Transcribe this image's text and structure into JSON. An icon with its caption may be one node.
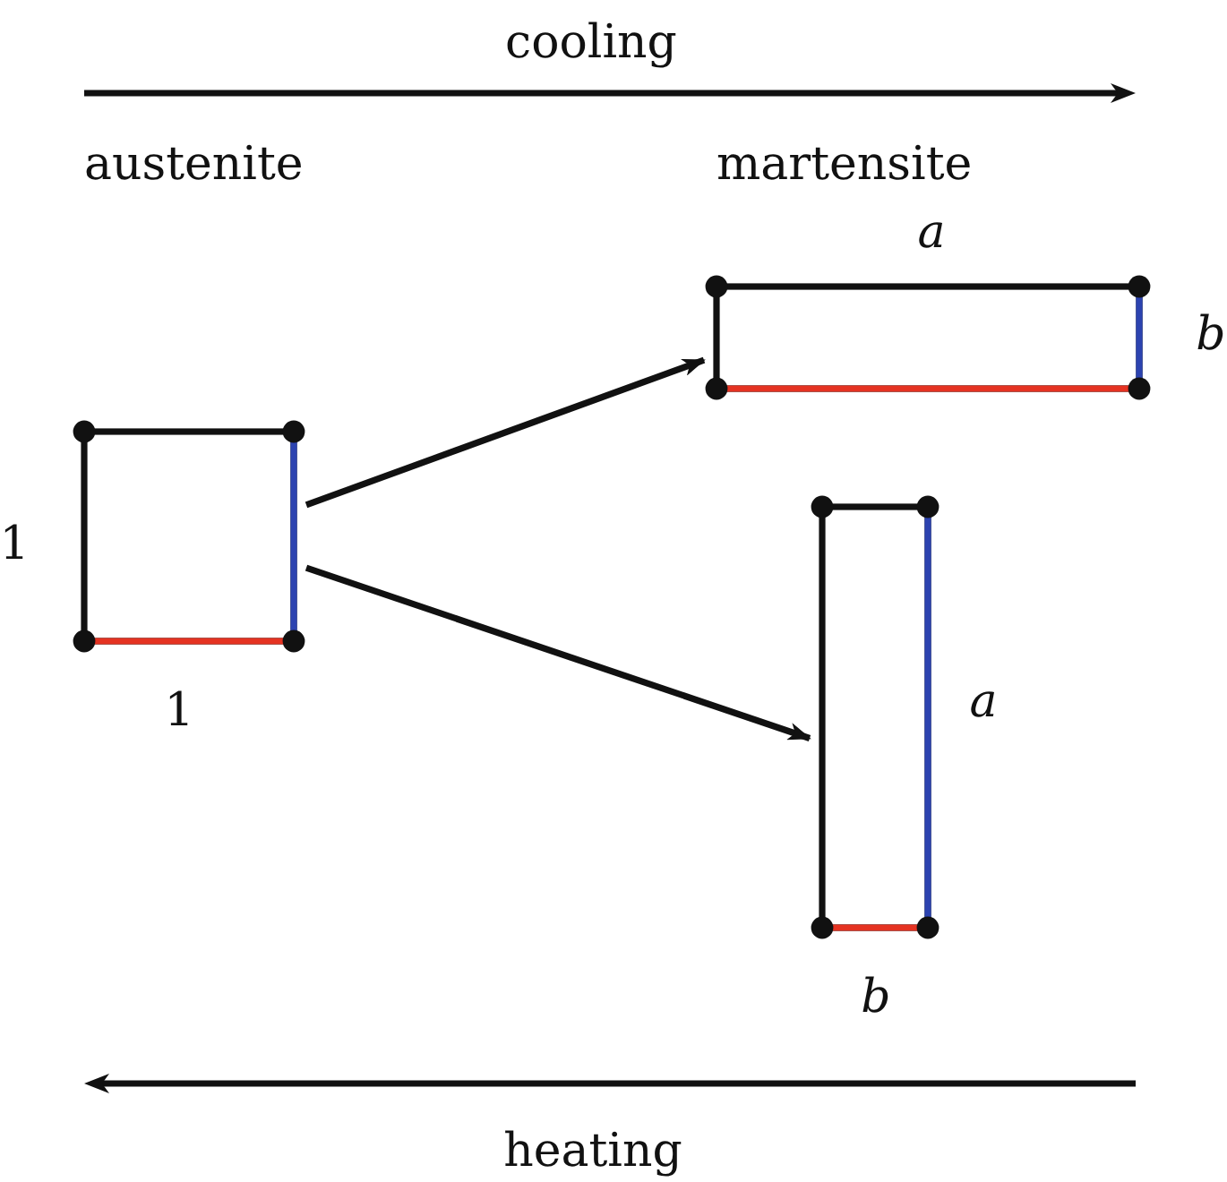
{
  "diagram": {
    "nodes": [
      {
        "text": [],
        "shape": "box",
        "beside": [
          "1",
          "1"
        ]
      },
      {
        "text": [],
        "shape": "box",
        "beside": [
          "a",
          "b"
        ]
      },
      {
        "text": [],
        "shape": "box",
        "beside": [
          "a",
          "b"
        ]
      }
    ],
    "edges": [
      {
        "from": 0,
        "to": 1,
        "arrow": "to"
      },
      {
        "from": 0,
        "to": 2,
        "arrow": "to"
      }
    ],
    "labels": [
      "cooling",
      "austenite",
      "martensite",
      "heating"
    ]
  }
}
